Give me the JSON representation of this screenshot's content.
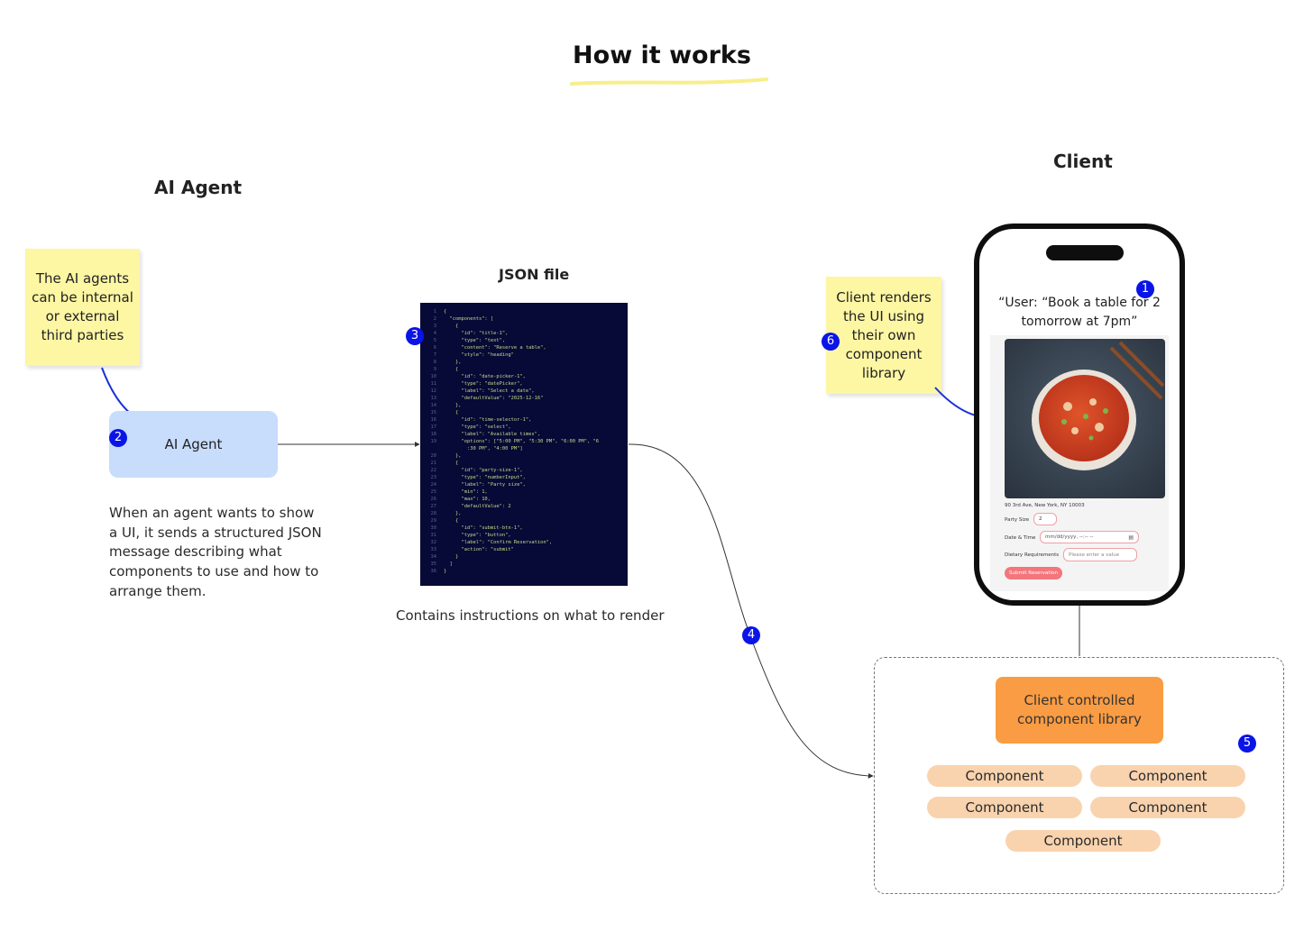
{
  "title": "How it works",
  "sections": {
    "agent_heading": "AI Agent",
    "json_heading": "JSON file",
    "client_heading": "Client"
  },
  "notes": {
    "agent_note": "The AI agents can be internal or external third parties",
    "client_note": "Client renders the UI using their own component library"
  },
  "agent": {
    "box_label": "AI Agent",
    "description": "When an agent wants to show a UI, it sends a structured JSON message describing what components to use and how to arrange them."
  },
  "json_file": {
    "caption": "Contains instructions on what to render",
    "lines": [
      "{",
      "  \"components\": [",
      "    {",
      "      \"id\": \"title-1\",",
      "      \"type\": \"text\",",
      "      \"content\": \"Reserve a table\",",
      "      \"style\": \"heading\"",
      "    },",
      "    {",
      "      \"id\": \"date-picker-1\",",
      "      \"type\": \"datePicker\",",
      "      \"label\": \"Select a date\",",
      "      \"defaultValue\": \"2025-12-16\"",
      "    },",
      "    {",
      "      \"id\": \"time-selector-1\",",
      "      \"type\": \"select\",",
      "      \"label\": \"Available times\",",
      "      \"options\": [\"5:00 PM\", \"5:30 PM\", \"6:00 PM\", \"6",
      "        :30 PM\", \"4:00 PM\"]",
      "    },",
      "    {",
      "      \"id\": \"party-size-1\",",
      "      \"type\": \"numberInput\",",
      "      \"label\": \"Party size\",",
      "      \"min\": 1,",
      "      \"max\": 10,",
      "      \"defaultValue\": 2",
      "    },",
      "    {",
      "      \"id\": \"submit-btn-1\",",
      "      \"type\": \"button\",",
      "      \"label\": \"Confirm Reservation\",",
      "      \"action\": \"submit\"",
      "    }",
      "  ]",
      "}"
    ],
    "line_numbers": [
      "1",
      "2",
      "3",
      "4",
      "5",
      "6",
      "7",
      "8",
      "9",
      "10",
      "11",
      "12",
      "13",
      "14",
      "15",
      "16",
      "17",
      "18",
      "19",
      "",
      "20",
      "21",
      "22",
      "23",
      "24",
      "25",
      "26",
      "27",
      "28",
      "29",
      "30",
      "31",
      "32",
      "33",
      "34",
      "35",
      "36"
    ]
  },
  "phone": {
    "user_message": "“User: “Book a table for 2 tomorrow at 7pm”",
    "address": "90 3rd Ave, New York, NY 10003",
    "party_size_label": "Party Size",
    "party_size_value": "2",
    "datetime_label": "Date & Time",
    "datetime_value": "mm/dd/yyyy, --:-- --",
    "dietary_label": "Dietary Requirements",
    "dietary_placeholder": "Please enter a value",
    "submit_label": "Submit Reservation"
  },
  "library": {
    "main_label": "Client controlled component library",
    "components": [
      "Component",
      "Component",
      "Component",
      "Component",
      "Component"
    ]
  },
  "badges": [
    "1",
    "2",
    "3",
    "4",
    "5",
    "6"
  ],
  "colors": {
    "badge": "#0a14e6",
    "sticky": "#fdf6a3",
    "agent_box": "#c8dcfb",
    "code_bg": "#070a36",
    "library_main": "#fa9c43",
    "component": "#f9d3ae",
    "submit": "#f3767c"
  }
}
